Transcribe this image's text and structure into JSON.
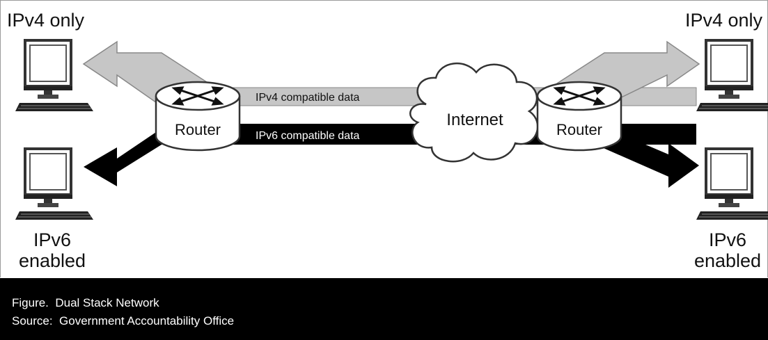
{
  "labels": {
    "left_top": "IPv4 only",
    "right_top": "IPv4 only",
    "left_bottom_line1": "IPv6",
    "left_bottom_line2": "enabled",
    "right_bottom_line1": "IPv6",
    "right_bottom_line2": "enabled",
    "router_left": "Router",
    "router_right": "Router",
    "internet": "Internet",
    "ipv4_band": "IPv4 compatible data",
    "ipv6_band": "IPv6 compatible data"
  },
  "caption": {
    "figure": "Figure.  Dual Stack Network",
    "source": "Source:  Government Accountability Office"
  },
  "colors": {
    "ipv4_band": "#c8c8c8",
    "ipv6_band": "#000000",
    "caption_bg": "#000000",
    "caption_text": "#ffffff"
  }
}
